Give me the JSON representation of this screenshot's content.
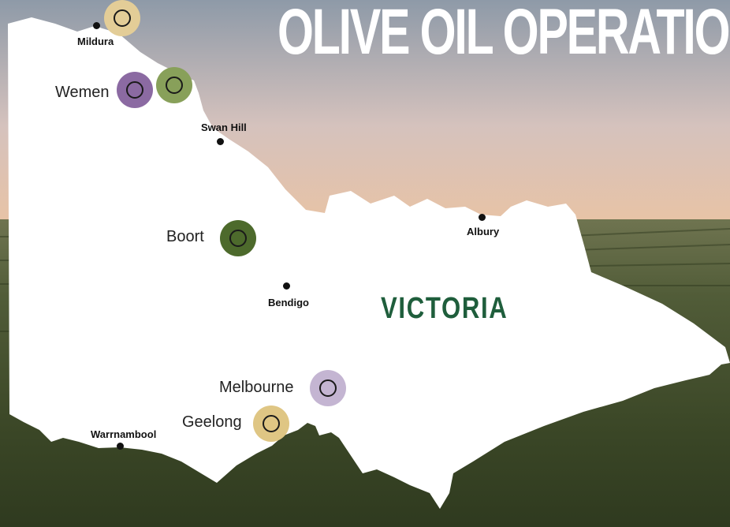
{
  "title": "OLIVE OIL OPERATIO",
  "region": "VICTORIA",
  "colors": {
    "land": "#ffffff",
    "region_text": "#1f5e3c",
    "title_text": "#ffffff",
    "sky_top": "#8e9aa8",
    "sky_horizon": "#e9c3a4",
    "grove": "#3c4a2c"
  },
  "towns": [
    {
      "name": "Mildura"
    },
    {
      "name": "Swan Hill"
    },
    {
      "name": "Albury"
    },
    {
      "name": "Bendigo"
    },
    {
      "name": "Warrnambool"
    }
  ],
  "sites": [
    {
      "name": "",
      "color": "#e3cd97",
      "icon": "ring-icon"
    },
    {
      "name": "Wemen",
      "color": "#8b6aa2",
      "icon": "ring-icon"
    },
    {
      "name": "",
      "color": "#88a05a",
      "icon": "ring-icon"
    },
    {
      "name": "Boort",
      "color": "#4d6a2c",
      "icon": "ring-icon"
    },
    {
      "name": "Melbourne",
      "color": "#c4b5d2",
      "icon": "ring-icon"
    },
    {
      "name": "Geelong",
      "color": "#dfc684",
      "icon": "ring-icon"
    }
  ]
}
